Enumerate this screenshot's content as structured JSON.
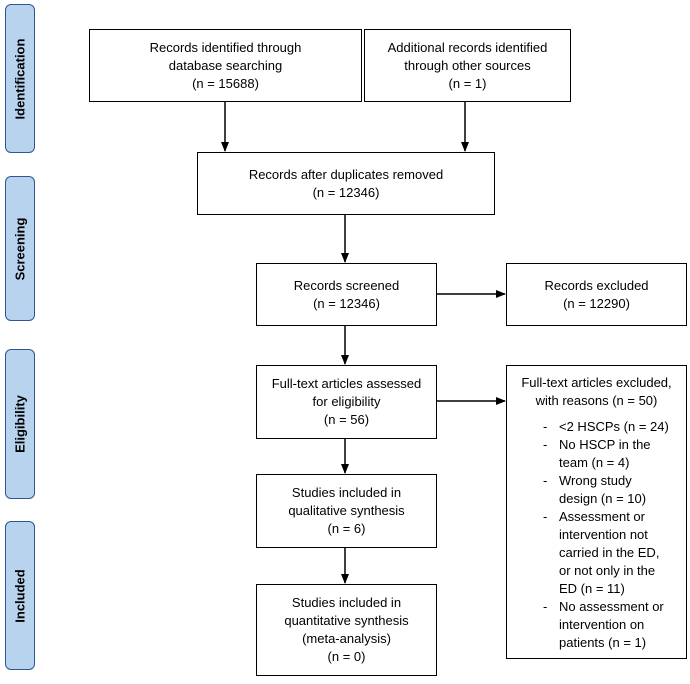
{
  "phases": {
    "identification": "Identification",
    "screening": "Screening",
    "eligibility": "Eligibility",
    "included": "Included"
  },
  "boxes": {
    "db_search": [
      "Records identified through",
      "database searching",
      "(n = 15688)"
    ],
    "other_sources": [
      "Additional records identified",
      "through other sources",
      "(n = 1)"
    ],
    "after_duplicates": [
      "Records after duplicates removed",
      "(n = 12346)"
    ],
    "screened": [
      "Records screened",
      "(n = 12346)"
    ],
    "excluded": [
      "Records excluded",
      "(n = 12290)"
    ],
    "fulltext_assessed": [
      "Full-text articles assessed",
      "for eligibility",
      "(n = 56)"
    ],
    "fulltext_excluded": {
      "heading": [
        "Full-text articles excluded,",
        "with reasons (n = 50)"
      ],
      "reasons": [
        [
          "<2 HSCPs (n = 24)"
        ],
        [
          "No HSCP in the",
          "team (n = 4)"
        ],
        [
          "Wrong study",
          "design (n = 10)"
        ],
        [
          "Assessment or",
          "intervention not",
          "carried in the ED,",
          "or not only in the",
          "ED (n = 11)"
        ],
        [
          "No assessment or",
          "intervention on",
          "patients (n = 1)"
        ]
      ]
    },
    "qualitative": [
      "Studies included in",
      "qualitative synthesis",
      "(n = 6)"
    ],
    "quantitative": [
      "Studies included in",
      "quantitative synthesis",
      "(meta-analysis)",
      "(n = 0)"
    ]
  }
}
